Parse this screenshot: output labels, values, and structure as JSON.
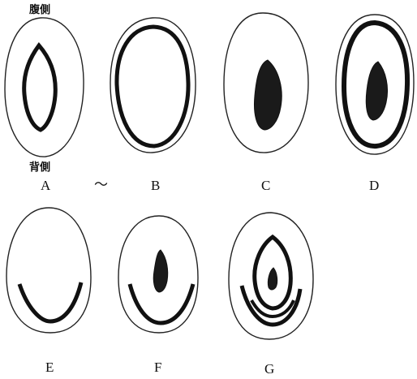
{
  "annotations": {
    "ventral": "腹側",
    "dorsal": "背側",
    "range_mark": "〜"
  },
  "panels": [
    {
      "id": "A",
      "label": "A"
    },
    {
      "id": "B",
      "label": "B"
    },
    {
      "id": "C",
      "label": "C"
    },
    {
      "id": "D",
      "label": "D"
    },
    {
      "id": "E",
      "label": "E"
    },
    {
      "id": "F",
      "label": "F"
    },
    {
      "id": "G",
      "label": "G"
    }
  ],
  "colors": {
    "ink": "#111111",
    "background": "#ffffff"
  }
}
